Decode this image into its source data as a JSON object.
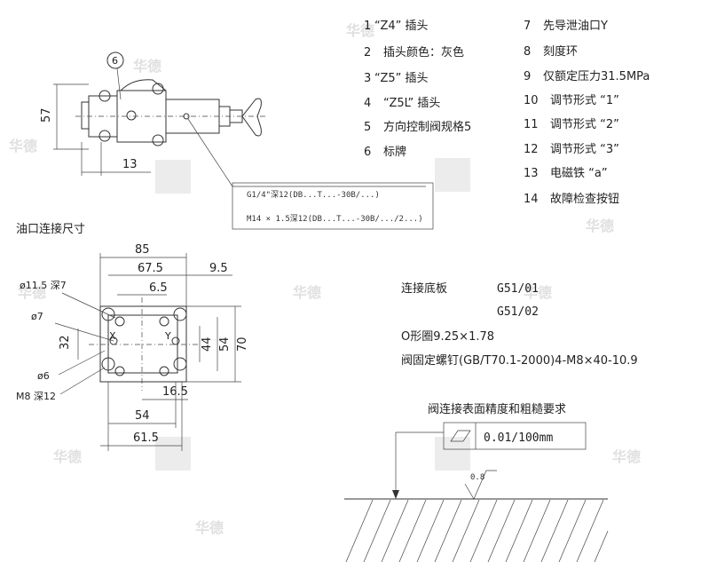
{
  "parts_list": {
    "left": [
      {
        "num": "1",
        "text": "“Z4” 插头"
      },
      {
        "num": "2",
        "text": "插头颜色：灰色"
      },
      {
        "num": "3",
        "text": "“Z5” 插头"
      },
      {
        "num": "4",
        "text": "“Z5L” 插头"
      },
      {
        "num": "5",
        "text": "方向控制阀规格5"
      },
      {
        "num": "6",
        "text": "标牌"
      }
    ],
    "right": [
      {
        "num": "7",
        "text": "先导泄油口Y"
      },
      {
        "num": "8",
        "text": "刻度环"
      },
      {
        "num": "9",
        "text": "仅额定压力31.5MPa"
      },
      {
        "num": "10",
        "text": "调节形式 “1”"
      },
      {
        "num": "11",
        "text": "调节形式 “2”"
      },
      {
        "num": "12",
        "text": "调节形式 “3”"
      },
      {
        "num": "13",
        "text": "电磁铁 “a”"
      },
      {
        "num": "14",
        "text": "故障检查按钮"
      }
    ]
  },
  "side_view": {
    "callout": "6",
    "dim_height": "57",
    "dim_offset": "13",
    "thread_notes": [
      "G1/4\"深12(DB...T...-30B/...)",
      "M14 × 1.5深12(DB...T...-30B/.../2...)"
    ]
  },
  "mounting": {
    "title": "油口连接尺寸",
    "dims": {
      "w85": "85",
      "w675": "67.5",
      "w95": "9.5",
      "w65": "6.5",
      "h32": "32",
      "h44": "44",
      "h54": "54",
      "h70": "70",
      "w165": "16.5",
      "w54": "54",
      "w615": "61.5"
    },
    "ports": {
      "x": "X",
      "y": "Y"
    },
    "hole_labels": [
      "ø11.5 深7",
      "ø7",
      "ø6",
      "M8 深12"
    ]
  },
  "subplate": {
    "label": "连接底板",
    "codes": [
      "G51/01",
      "G51/02"
    ],
    "oring": "O形圈9.25×1.78",
    "screw": "阀固定螺钉(GB/T70.1-2000)4-M8×40-10.9"
  },
  "surface": {
    "title": "阀连接表面精度和粗糙要求",
    "flatness": "0.01/100mm",
    "roughness": "0.8"
  }
}
